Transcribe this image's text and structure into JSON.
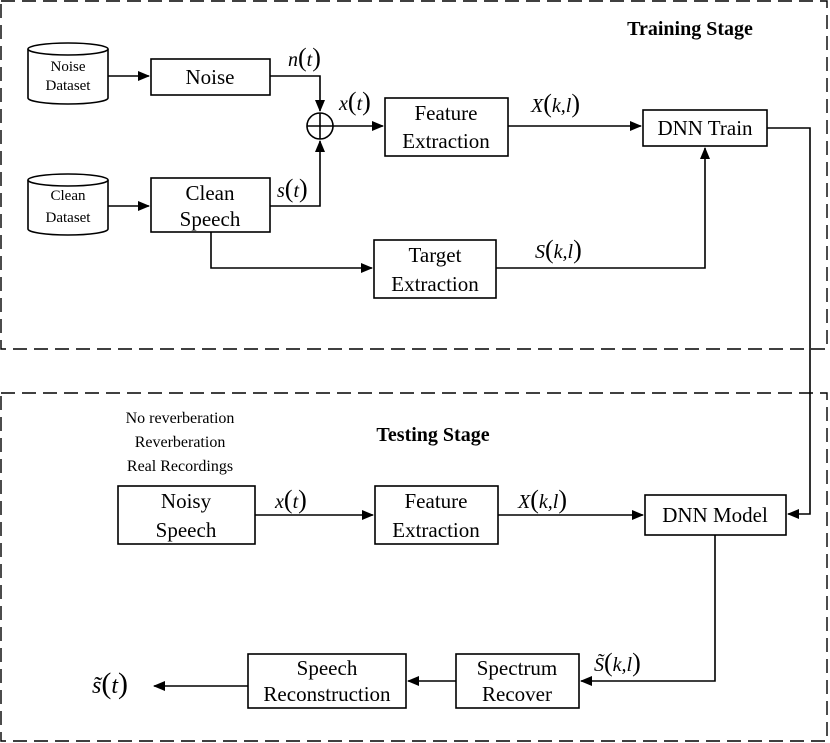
{
  "training": {
    "title": "Training Stage",
    "noise_db_line1": "Noise",
    "noise_db_line2": "Dataset",
    "clean_db_line1": "Clean",
    "clean_db_line2": "Dataset",
    "noise_box": "Noise",
    "clean_speech_line1": "Clean",
    "clean_speech_line2": "Speech",
    "feature_line1": "Feature",
    "feature_line2": "Extraction",
    "target_line1": "Target",
    "target_line2": "Extraction",
    "dnn_train": "DNN Train",
    "sig_n": "n",
    "sig_s": "s",
    "sig_x": "x",
    "sig_X": "X",
    "sig_S": "S",
    "arg_t": "t",
    "arg_kl": "k,l"
  },
  "testing": {
    "title": "Testing Stage",
    "cond1": "No reverberation",
    "cond2": "Reverberation",
    "cond3": "Real Recordings",
    "noisy_line1": "Noisy",
    "noisy_line2": "Speech",
    "feature_line1": "Feature",
    "feature_line2": "Extraction",
    "dnn_model": "DNN Model",
    "spectrum_line1": "Spectrum",
    "spectrum_line2": "Recover",
    "recon_line1": "Speech",
    "recon_line2": "Reconstruction",
    "sig_x": "x",
    "sig_X": "X",
    "sig_S_tilde": "S̃",
    "sig_s_tilde": "s̃",
    "arg_t": "t",
    "arg_kl": "k,l"
  }
}
